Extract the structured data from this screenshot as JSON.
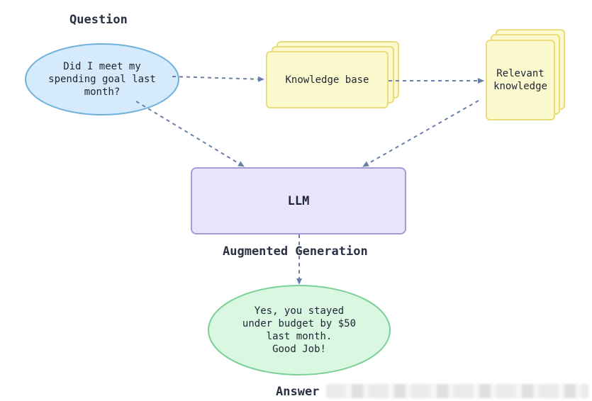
{
  "labels": {
    "question": "Question",
    "augmented_generation": "Augmented Generation",
    "answer": "Answer"
  },
  "nodes": {
    "question": "Did I meet my\nspending goal last\nmonth?",
    "knowledge_base": "Knowledge base",
    "relevant_knowledge": "Relevant\nknowledge",
    "llm": "LLM",
    "answer": "Yes, you stayed\nunder budget by $50\nlast month.\nGood Job!"
  },
  "colors": {
    "question_fill": "#d5eafb",
    "question_stroke": "#6fb1dd",
    "doc_fill": "#fdf9cf",
    "doc_stroke": "#e9dc79",
    "llm_fill": "#e9e4fb",
    "llm_stroke": "#a79bd6",
    "answer_fill": "#d9f7e1",
    "answer_stroke": "#7ccf97",
    "arrow": "#6a7fa8"
  }
}
